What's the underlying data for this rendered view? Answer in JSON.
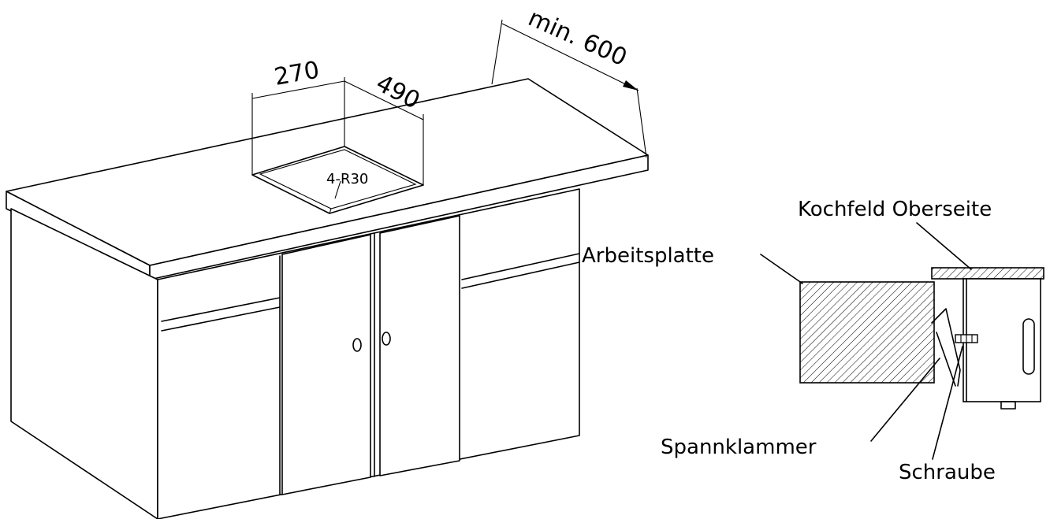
{
  "dimensions": {
    "width_label": "270",
    "depth_label": "490",
    "distance_label": "min. 600",
    "radius_label": "4-R30"
  },
  "labels": {
    "hob_top": "Kochfeld Oberseite",
    "worktop": "Arbeitsplatte",
    "clamp": "Spannklammer",
    "screw": "Schraube"
  }
}
